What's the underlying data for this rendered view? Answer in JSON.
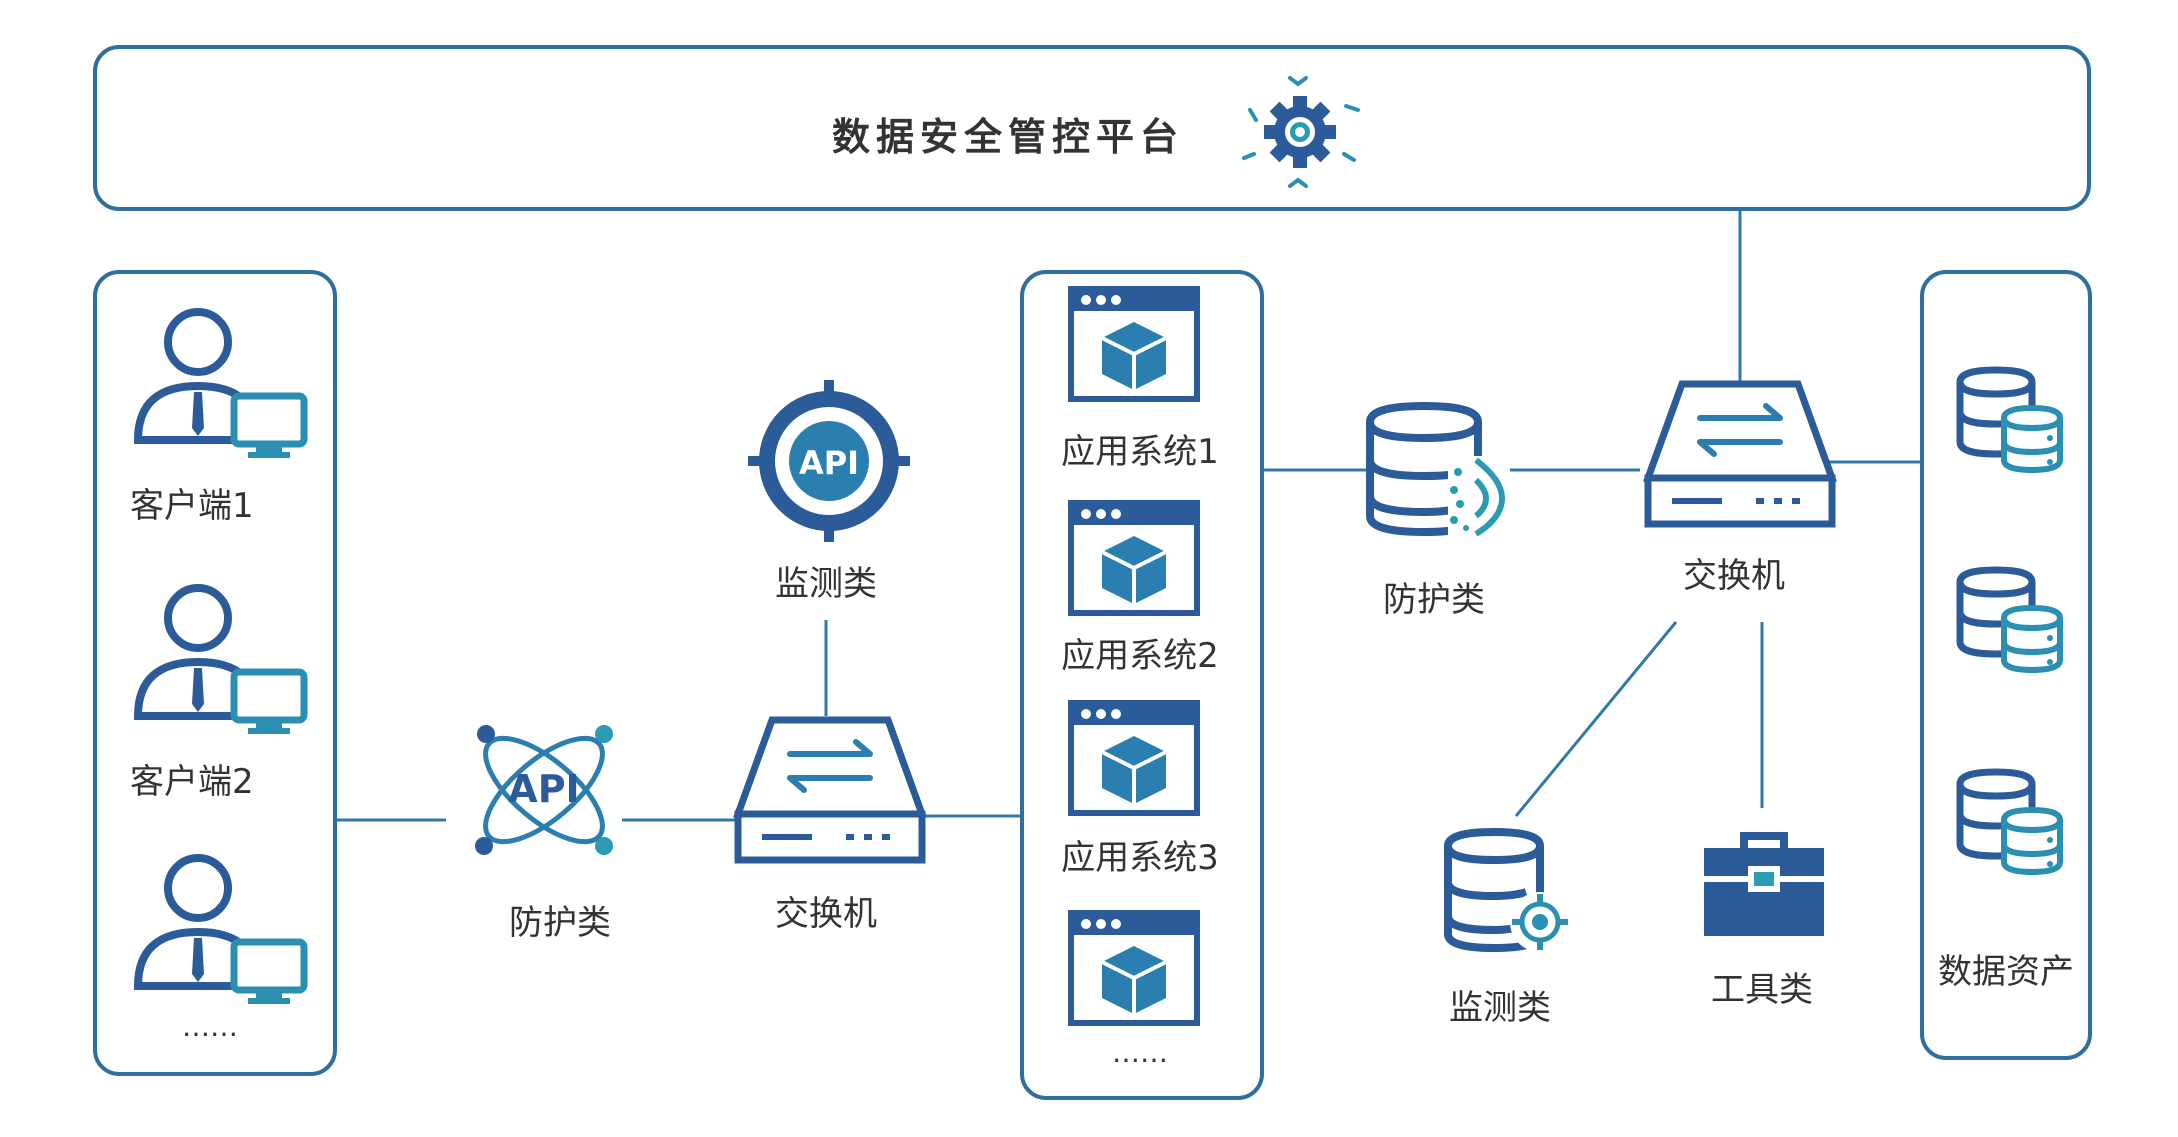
{
  "platform": {
    "title": "数据安全管控平台"
  },
  "clients": {
    "items": [
      "客户端1",
      "客户端2"
    ],
    "more": "……"
  },
  "left_protection": {
    "label": "防护类",
    "icon_text": "API"
  },
  "left_monitor": {
    "label": "监测类",
    "icon_text": "API"
  },
  "left_switch": {
    "label": "交换机"
  },
  "apps": {
    "items": [
      "应用系统1",
      "应用系统2",
      "应用系统3"
    ],
    "more": "……"
  },
  "right_protection": {
    "label": "防护类"
  },
  "right_switch": {
    "label": "交换机"
  },
  "right_monitor": {
    "label": "监测类"
  },
  "tools": {
    "label": "工具类"
  },
  "assets": {
    "label": "数据资产"
  },
  "colors": {
    "border": "#2f6fa0",
    "icon_dark": "#2b4a8a",
    "icon_teal": "#2a9bb0",
    "line": "#2f7aa8"
  }
}
